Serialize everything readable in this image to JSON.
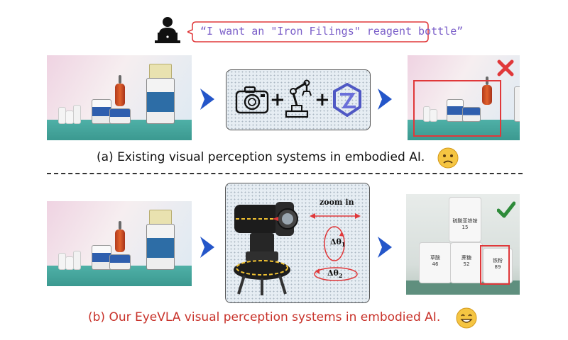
{
  "speech": {
    "text": "“I want an \"Iron Filings\" reagent bottle”"
  },
  "caption_a": "(a) Existing visual perception systems in embodied AI.",
  "caption_b": "(b) Our EyeVLA visual perception systems in embodied AI.",
  "panel_b": {
    "zoom_label": "zoom in",
    "theta1_label": "Δθ",
    "theta1_sub": "1",
    "theta2_label": "Δθ",
    "theta2_sub": "2"
  },
  "zoomed_bottles": {
    "top_label": "硫酸亚铁铵",
    "top_number": "15",
    "left_label": "草酸",
    "left_number": "46",
    "middle_label": "蔗糖",
    "middle_number": "52",
    "right_label": "铁粉",
    "right_number": "89"
  },
  "colors": {
    "arrow_blue": "#2456c9",
    "highlight_red": "#e0383a",
    "caption_b_red": "#c8322a",
    "speech_text_purple": "#7b5fc9",
    "check_green": "#2e8b3a"
  },
  "icons": [
    "user-laptop-icon",
    "camera-icon",
    "robot-arm-icon",
    "ai-model-logo-icon",
    "cross-icon",
    "check-icon",
    "sad-face-icon",
    "smile-face-icon"
  ]
}
